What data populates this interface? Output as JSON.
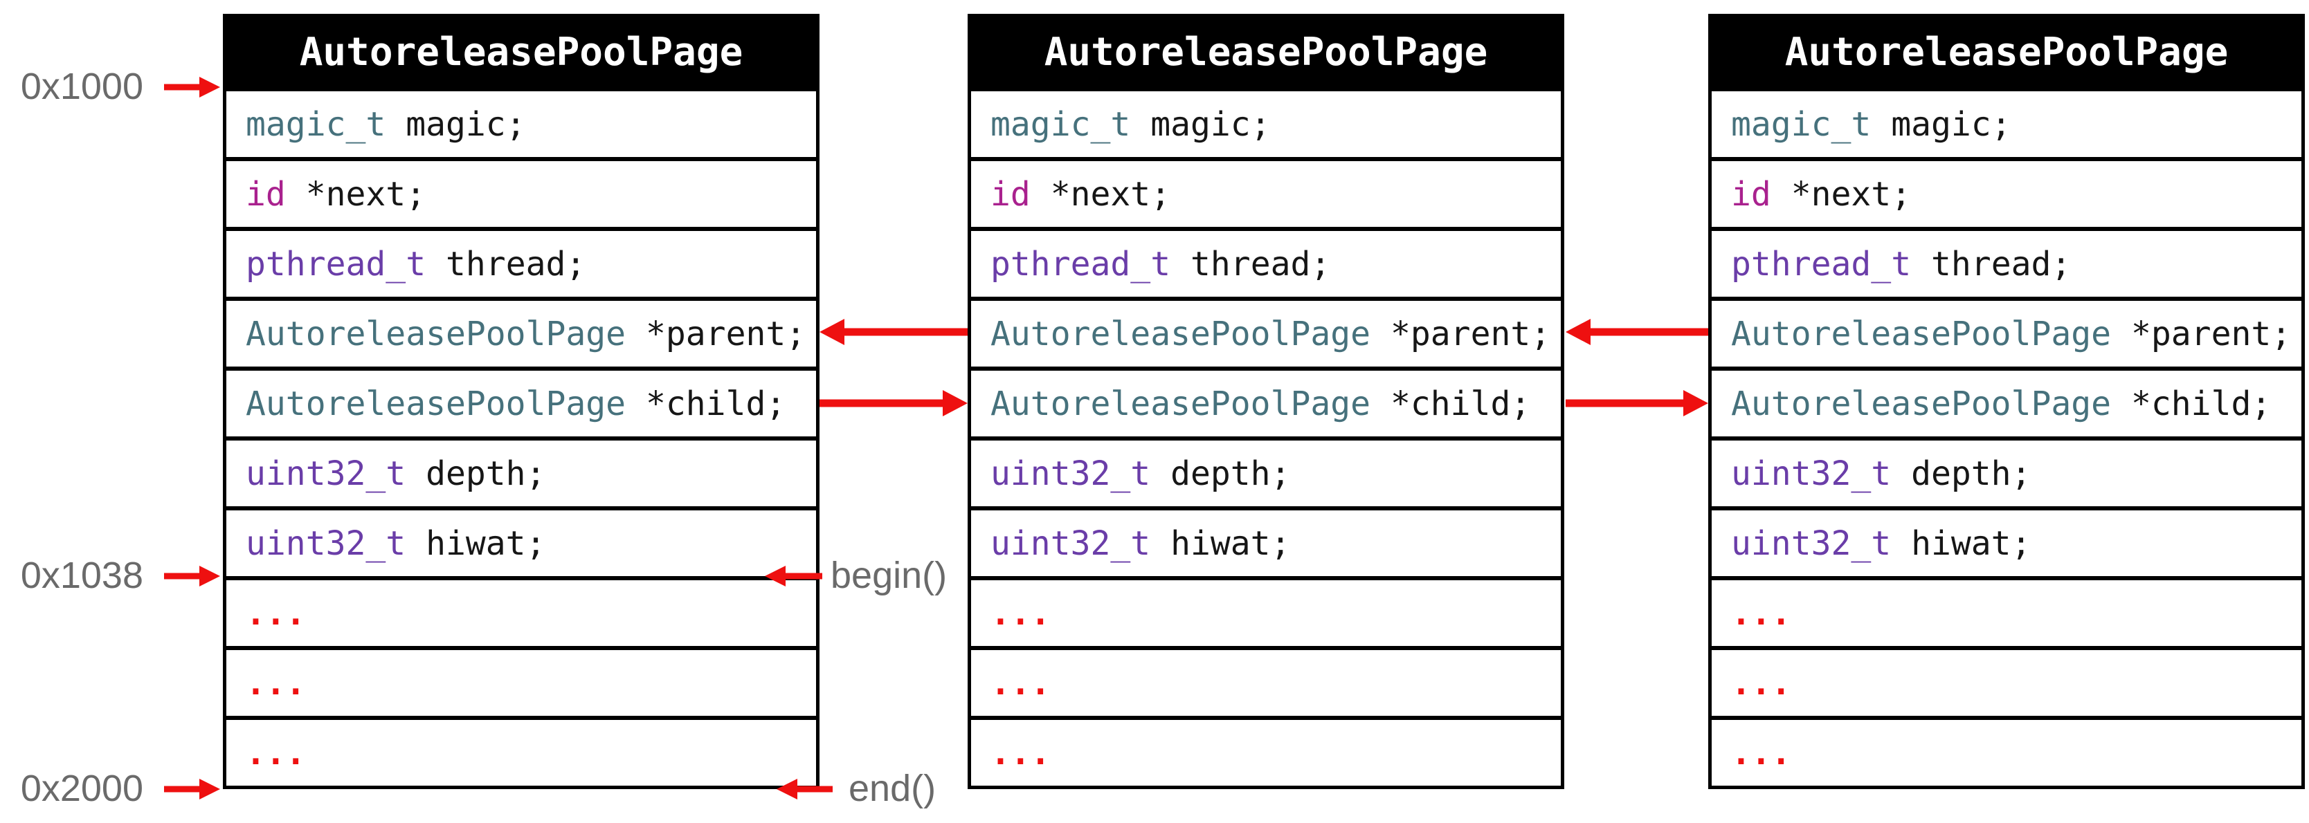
{
  "colors": {
    "type_teal": "#46717c",
    "keyword_magenta": "#a9218e",
    "type_purple": "#6a3da8",
    "plain_text": "#161616",
    "arrow_red": "#ee1010",
    "label_gray": "#6a6a6a",
    "header_bg": "#000000",
    "header_text": "#ffffff"
  },
  "boxes": [
    {
      "title": "AutoreleasePoolPage",
      "rows": [
        {
          "spans": [
            {
              "text": "magic_t",
              "color": "teal"
            },
            {
              "text": " magic;",
              "color": "plain"
            }
          ]
        },
        {
          "spans": [
            {
              "text": "id",
              "color": "magenta"
            },
            {
              "text": " *next;",
              "color": "plain"
            }
          ]
        },
        {
          "spans": [
            {
              "text": "pthread_t",
              "color": "purple"
            },
            {
              "text": " thread;",
              "color": "plain"
            }
          ]
        },
        {
          "spans": [
            {
              "text": "AutoreleasePoolPage",
              "color": "teal"
            },
            {
              "text": " *parent;",
              "color": "plain"
            }
          ]
        },
        {
          "spans": [
            {
              "text": "AutoreleasePoolPage",
              "color": "teal"
            },
            {
              "text": " *child;",
              "color": "plain"
            }
          ]
        },
        {
          "spans": [
            {
              "text": "uint32_t",
              "color": "purple"
            },
            {
              "text": " depth;",
              "color": "plain"
            }
          ]
        },
        {
          "spans": [
            {
              "text": "uint32_t",
              "color": "purple"
            },
            {
              "text": " hiwat;",
              "color": "plain"
            }
          ]
        },
        {
          "spans": [
            {
              "text": "...",
              "color": "red"
            }
          ]
        },
        {
          "spans": [
            {
              "text": "...",
              "color": "red"
            }
          ]
        },
        {
          "spans": [
            {
              "text": "...",
              "color": "red"
            }
          ]
        }
      ]
    },
    {
      "title": "AutoreleasePoolPage",
      "rows": [
        {
          "spans": [
            {
              "text": "magic_t",
              "color": "teal"
            },
            {
              "text": " magic;",
              "color": "plain"
            }
          ]
        },
        {
          "spans": [
            {
              "text": "id",
              "color": "magenta"
            },
            {
              "text": " *next;",
              "color": "plain"
            }
          ]
        },
        {
          "spans": [
            {
              "text": "pthread_t",
              "color": "purple"
            },
            {
              "text": " thread;",
              "color": "plain"
            }
          ]
        },
        {
          "spans": [
            {
              "text": "AutoreleasePoolPage",
              "color": "teal"
            },
            {
              "text": " *parent;",
              "color": "plain"
            }
          ]
        },
        {
          "spans": [
            {
              "text": "AutoreleasePoolPage",
              "color": "teal"
            },
            {
              "text": " *child;",
              "color": "plain"
            }
          ]
        },
        {
          "spans": [
            {
              "text": "uint32_t",
              "color": "purple"
            },
            {
              "text": " depth;",
              "color": "plain"
            }
          ]
        },
        {
          "spans": [
            {
              "text": "uint32_t",
              "color": "purple"
            },
            {
              "text": " hiwat;",
              "color": "plain"
            }
          ]
        },
        {
          "spans": [
            {
              "text": "...",
              "color": "red"
            }
          ]
        },
        {
          "spans": [
            {
              "text": "...",
              "color": "red"
            }
          ]
        },
        {
          "spans": [
            {
              "text": "...",
              "color": "red"
            }
          ]
        }
      ]
    },
    {
      "title": "AutoreleasePoolPage",
      "rows": [
        {
          "spans": [
            {
              "text": "magic_t",
              "color": "teal"
            },
            {
              "text": " magic;",
              "color": "plain"
            }
          ]
        },
        {
          "spans": [
            {
              "text": "id",
              "color": "magenta"
            },
            {
              "text": " *next;",
              "color": "plain"
            }
          ]
        },
        {
          "spans": [
            {
              "text": "pthread_t",
              "color": "purple"
            },
            {
              "text": " thread;",
              "color": "plain"
            }
          ]
        },
        {
          "spans": [
            {
              "text": "AutoreleasePoolPage",
              "color": "teal"
            },
            {
              "text": " *parent;",
              "color": "plain"
            }
          ]
        },
        {
          "spans": [
            {
              "text": "AutoreleasePoolPage",
              "color": "teal"
            },
            {
              "text": " *child;",
              "color": "plain"
            }
          ]
        },
        {
          "spans": [
            {
              "text": "uint32_t",
              "color": "purple"
            },
            {
              "text": " depth;",
              "color": "plain"
            }
          ]
        },
        {
          "spans": [
            {
              "text": "uint32_t",
              "color": "purple"
            },
            {
              "text": " hiwat;",
              "color": "plain"
            }
          ]
        },
        {
          "spans": [
            {
              "text": "...",
              "color": "red"
            }
          ]
        },
        {
          "spans": [
            {
              "text": "...",
              "color": "red"
            }
          ]
        },
        {
          "spans": [
            {
              "text": "...",
              "color": "red"
            }
          ]
        }
      ]
    }
  ],
  "labels": {
    "addr_page_start": "0x1000",
    "addr_begin": "0x1038",
    "addr_end": "0x2000",
    "begin_fn": "begin()",
    "end_fn": "end()"
  },
  "arrows": [
    {
      "name": "addr-0x1000-arrow",
      "direction": "right"
    },
    {
      "name": "addr-0x1038-arrow",
      "direction": "right"
    },
    {
      "name": "addr-0x2000-arrow",
      "direction": "right"
    },
    {
      "name": "begin-arrow",
      "direction": "left"
    },
    {
      "name": "end-arrow",
      "direction": "left"
    },
    {
      "name": "parent-pointer-box2-to-box1",
      "direction": "left"
    },
    {
      "name": "child-pointer-box1-to-box2",
      "direction": "right"
    },
    {
      "name": "parent-pointer-box3-to-box2",
      "direction": "left"
    },
    {
      "name": "child-pointer-box2-to-box3",
      "direction": "right"
    }
  ]
}
